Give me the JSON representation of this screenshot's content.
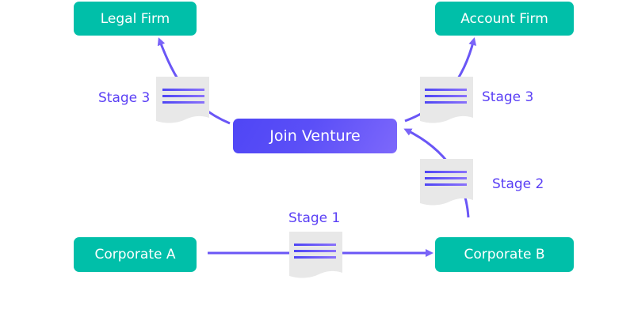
{
  "diagram": {
    "type": "flow",
    "colors": {
      "entity": "#00bfa9",
      "hub_start": "#4f46f5",
      "hub_end": "#7d68fb",
      "arrow": "#6a56f6",
      "document": "#e8e8e8",
      "label": "#5a3ff5"
    },
    "nodes": {
      "legal_firm": "Legal Firm",
      "account_firm": "Account Firm",
      "join_venture": "Join Venture",
      "corporate_a": "Corporate A",
      "corporate_b": "Corporate B"
    },
    "stages": {
      "stage1": "Stage 1",
      "stage2": "Stage 2",
      "stage3_left": "Stage 3",
      "stage3_right": "Stage 3"
    },
    "edges": [
      {
        "from": "Corporate A",
        "to": "Corporate B",
        "label": "Stage 1"
      },
      {
        "from": "Corporate B",
        "to": "Join Venture",
        "label": "Stage 2"
      },
      {
        "from": "Join Venture",
        "to": "Legal Firm",
        "label": "Stage 3"
      },
      {
        "from": "Join Venture",
        "to": "Account Firm",
        "label": "Stage 3"
      }
    ]
  }
}
